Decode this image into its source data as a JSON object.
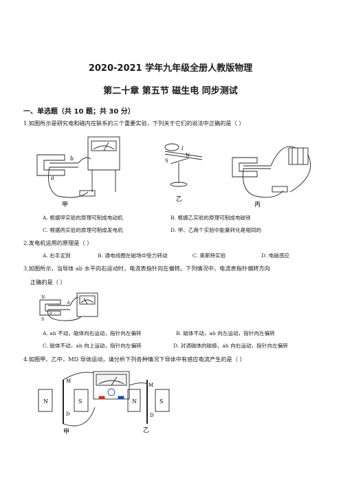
{
  "header": {
    "title": "2020-2021 学年九年级全册人教版物理",
    "subtitle": "第二十章  第五节  磁生电  同步测试"
  },
  "section": {
    "heading": "一、单选题（共 10 题；共 30 分）"
  },
  "questions": [
    {
      "stem": "1.如图所示是研究电和磁内在联系的三个重要实验，下列关于它们的说法中正确的是（        ）",
      "figure_labels": [
        "甲",
        "乙",
        "丙"
      ],
      "figure_marks": {
        "a": "a",
        "b": "b",
        "N": "N",
        "S": "S",
        "I": "I"
      },
      "options": [
        "A. 根据甲实验的原理可制成电动机",
        "B. 根据乙实验的原理可制成电磁铁",
        "C. 根据丙实验的原理可制成发电机",
        "D. 甲、乙两个实验中能量转化是相同的"
      ]
    },
    {
      "stem": "2.发电机运用的原理是（   ）",
      "options": [
        "A. 右手定则",
        "B. 通电线圈在磁场中受力转动",
        "C. 奥斯特实验",
        "D. 电磁感应"
      ]
    },
    {
      "stem_line1": "3.如图所示，当导体 ab 水平向右运动时，电流表指针向左偏转。下列情况中，电流表指针偏转方向",
      "stem_line2": "正确的是（        ）",
      "figure_marks": {
        "N": "N",
        "S": "S",
        "a": "a",
        "b": "b"
      },
      "options": [
        "A. ab 不动，磁体向右运动，指针向左偏转",
        "B. 磁体不动，ab 向左运动，指针向左偏转",
        "C. 磁体不动，ab 向上运动，指针向左偏转",
        "D. 对调磁体的磁极，ab 向右运动，指针向左偏转"
      ]
    },
    {
      "stem": "4.如图甲、乙中，MD 导体运动，请分析下列各种情况下导体中有感应电流产生的是（        ）",
      "figure_labels": [
        "甲",
        "乙"
      ],
      "figure_marks": {
        "N": "N",
        "S": "S",
        "M": "M",
        "D": "D"
      }
    }
  ]
}
